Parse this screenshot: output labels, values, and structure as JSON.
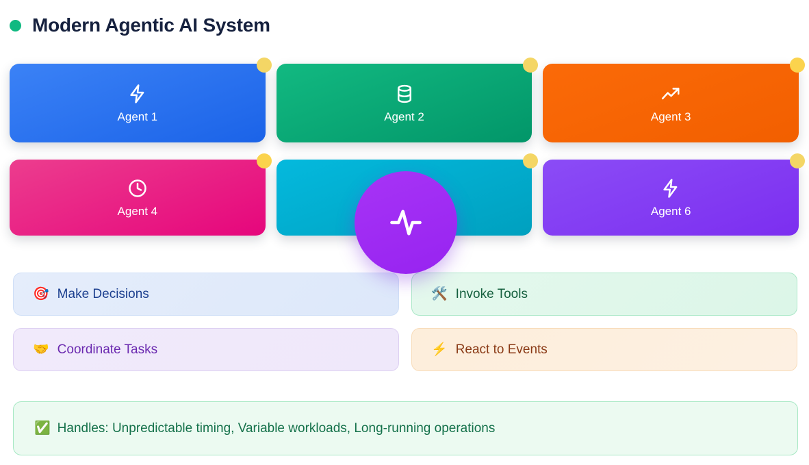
{
  "header": {
    "status_dot_color": "#10b981",
    "title": "Modern Agentic AI System"
  },
  "agents": {
    "badge_color": "#fbd34d",
    "rows": [
      [
        {
          "label": "Agent 1",
          "icon": "lightning-bolt-icon",
          "color": "#2563eb",
          "has_badge": true
        },
        {
          "label": "Agent 2",
          "icon": "database-icon",
          "color": "#059669",
          "has_badge": true
        },
        {
          "label": "Agent 3",
          "icon": "trending-up-icon",
          "color": "#f97316",
          "has_badge": true
        }
      ],
      [
        {
          "label": "Agent 4",
          "icon": "clock-icon",
          "color": "#e6067c",
          "has_badge": true
        },
        {
          "label": "",
          "icon": "",
          "color": "#00a8c8",
          "has_badge": true
        },
        {
          "label": "Agent 6",
          "icon": "lightning-bolt-icon",
          "color": "#8b5cf6",
          "has_badge": true
        }
      ]
    ]
  },
  "center_node": {
    "icon": "activity-pulse-icon",
    "color": "#a020f0"
  },
  "capabilities": [
    {
      "emoji": "🎯",
      "icon": "target-icon",
      "label": "Make Decisions",
      "accent": "#1c3f8f"
    },
    {
      "emoji": "🛠️",
      "icon": "tools-icon",
      "label": "Invoke Tools",
      "accent": "#16603f"
    },
    {
      "emoji": "🤝",
      "icon": "handshake-icon",
      "label": "Coordinate Tasks",
      "accent": "#6b2ab0"
    },
    {
      "emoji": "⚡",
      "icon": "lightning-emoji-icon",
      "label": "React to Events",
      "accent": "#8a3a16"
    }
  ],
  "footer": {
    "emoji": "✅",
    "icon": "check-mark-icon",
    "text": "Handles: Unpredictable timing, Variable workloads, Long-running operations",
    "accent": "#14714a"
  }
}
